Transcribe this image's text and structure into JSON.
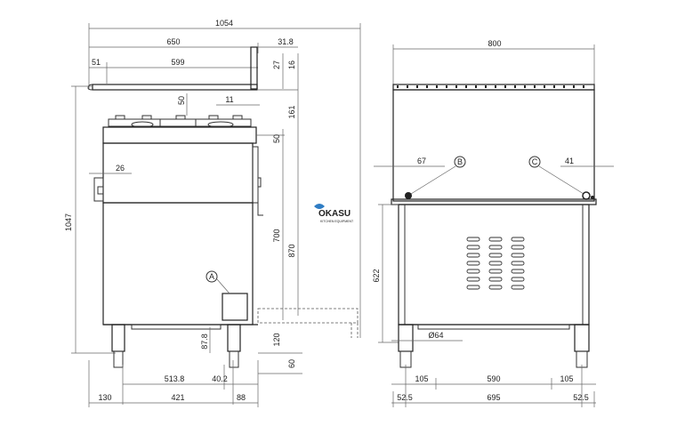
{
  "side_view": {
    "dims": {
      "total_width": "1054",
      "depth_650": "650",
      "d_31_8": "31.8",
      "d_51": "51",
      "d_599": "599",
      "d_27": "27",
      "d_16": "16",
      "d_50_top": "50",
      "d_11": "11",
      "d_161": "161",
      "d_50_mid": "50",
      "d_26": "26",
      "height_1047": "1047",
      "d_700": "700",
      "d_870": "870",
      "d_87_8": "87.8",
      "d_120": "120",
      "d_60": "60",
      "d_513_8": "513.8",
      "d_40_2": "40.2",
      "d_130": "130",
      "d_421": "421",
      "d_88": "88"
    },
    "label_a": "A"
  },
  "front_view": {
    "dims": {
      "width_800": "800",
      "d_67": "67",
      "d_41": "41",
      "height_622": "622",
      "diam_64": "Ø64",
      "d_105_left": "105",
      "d_590": "590",
      "d_105_right": "105",
      "d_52_5_left": "52.5",
      "d_695": "695",
      "d_52_5_right": "52.5"
    },
    "label_b": "B",
    "label_c": "C"
  },
  "watermark": {
    "brand": "OKASU",
    "tagline": "KITCHEN EQUIPMENT"
  }
}
